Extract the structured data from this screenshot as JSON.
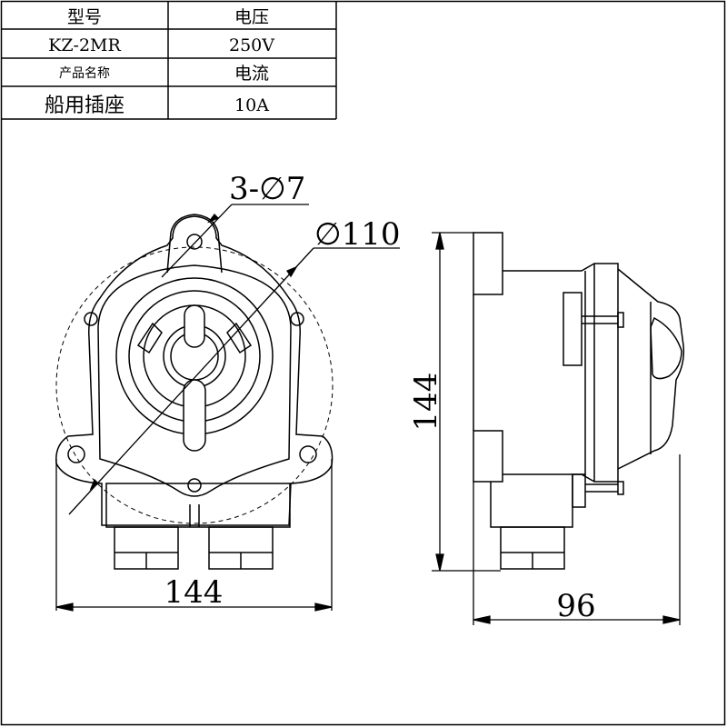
{
  "spec_table": {
    "rows": [
      {
        "label": "型号",
        "value": "电压"
      },
      {
        "label": "KZ-2MR",
        "value": "250V"
      },
      {
        "label": "产品名称",
        "value": "电流"
      },
      {
        "label": "船用插座",
        "value": "10A"
      }
    ]
  },
  "annotations": {
    "holes": "3-∅7",
    "diameter": "∅110",
    "front_width": "144",
    "side_height": "144",
    "side_depth": "96"
  },
  "colors": {
    "line": "#000000",
    "background": "#ffffff"
  }
}
